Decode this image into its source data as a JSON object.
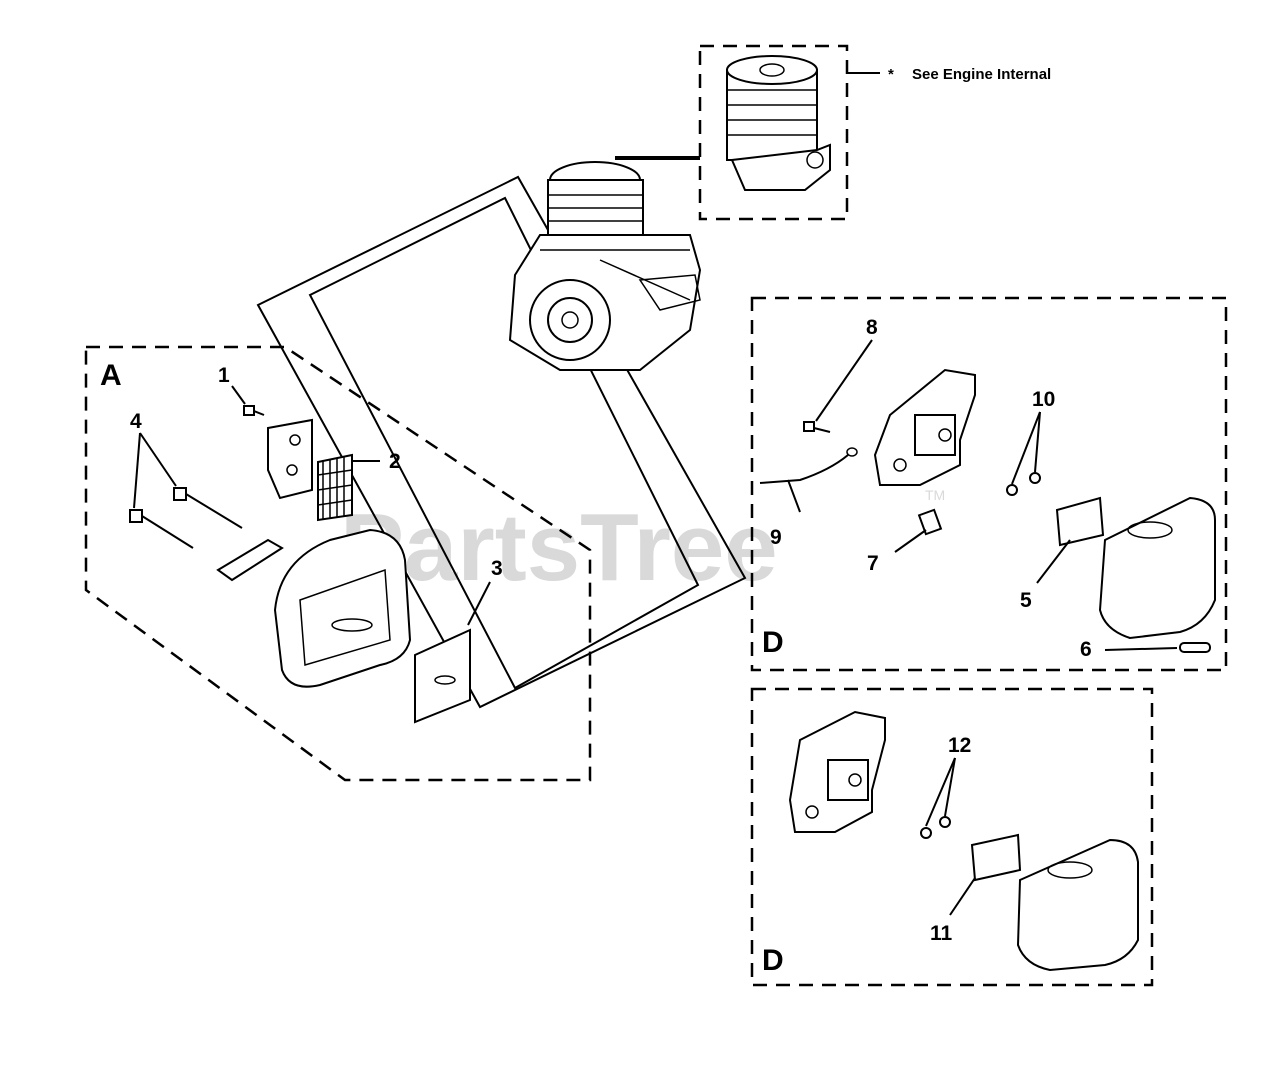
{
  "watermark": {
    "text": "PartsTree",
    "trademark": "TM"
  },
  "note": {
    "marker": "*",
    "text": "See Engine Internal"
  },
  "sections": {
    "A": "A",
    "D_upper": "D",
    "D_lower": "D"
  },
  "callouts": {
    "c1": "1",
    "c2": "2",
    "c3": "3",
    "c4": "4",
    "c5": "5",
    "c6": "6",
    "c7": "7",
    "c8": "8",
    "c9": "9",
    "c10": "10",
    "c11": "11",
    "c12": "12"
  }
}
